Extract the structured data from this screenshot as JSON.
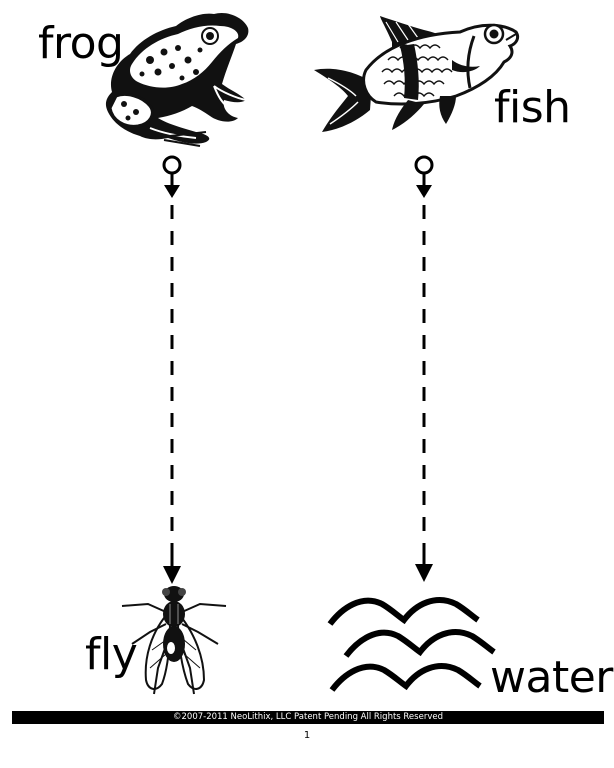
{
  "words": {
    "frog": "frog",
    "fish": "fish",
    "fly": "fly",
    "water": "water"
  },
  "links": [
    {
      "from": "frog",
      "to": "fly"
    },
    {
      "from": "fish",
      "to": "water"
    }
  ],
  "footer": {
    "copyright": "©2007-2011 NeoLithix, LLC  Patent Pending  All Rights Reserved",
    "page_number": "1"
  },
  "icons": [
    "frog-icon",
    "fish-icon",
    "fly-icon",
    "water-waves-icon"
  ]
}
